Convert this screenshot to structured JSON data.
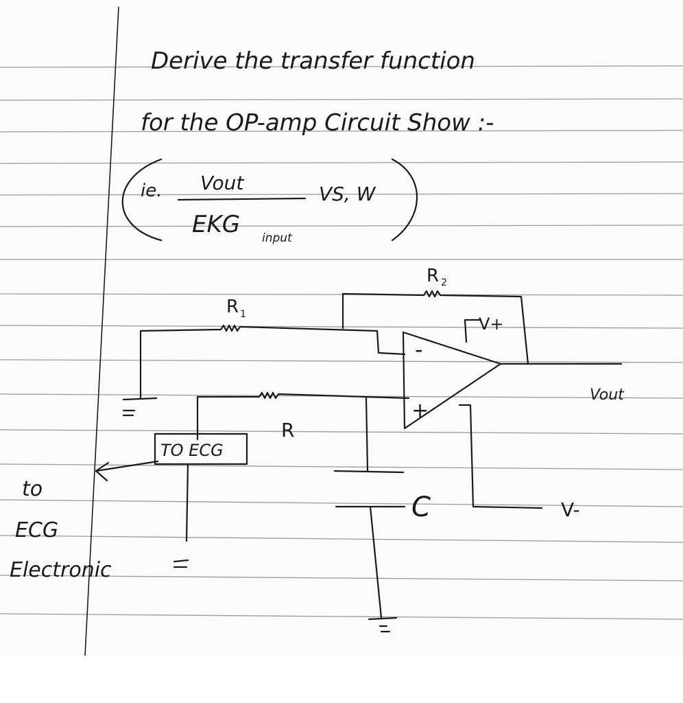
{
  "question": {
    "line1": "Derive  the   transfer  function",
    "line2": "for  the  OP-amp  Circuit  Show :-",
    "ie_label": "ie.",
    "numerator": "Vout",
    "denominator_main": "EKG",
    "denominator_sub": "input",
    "vs_text": "VS, W"
  },
  "circuit": {
    "r1_label": "R",
    "r1_sub": "1",
    "r2_label": "R",
    "r2_sub": "2",
    "r_label": "R",
    "vplus_label": "V+",
    "vminus_label": "V-",
    "vout_label": "Vout",
    "minus_sign": "-",
    "plus_sign": "+",
    "to_ecg_box": "TO ECG",
    "c_label": "C",
    "side_note": [
      "to",
      "ECG",
      "Electronic"
    ]
  },
  "colors": {
    "ink": "#1a1a1a",
    "rule_lines": "#9a9a9a",
    "paper": "#fbfbfb"
  }
}
